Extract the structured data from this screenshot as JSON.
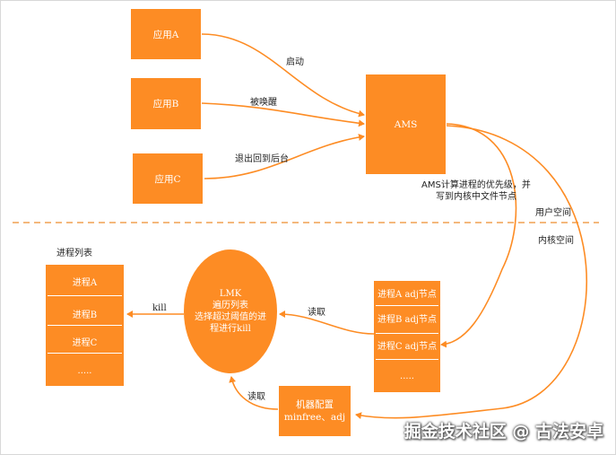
{
  "apps": {
    "a": "应用A",
    "b": "应用B",
    "c": "应用C"
  },
  "ams": "AMS",
  "edges": {
    "start": "启动",
    "awaken": "被唤醒",
    "background": "退出回到后台",
    "kill": "kill",
    "read1": "读取",
    "read2": "读取"
  },
  "ams_note": {
    "line1": "AMS计算进程的优先级，并",
    "line2": "写到内核中文件节点"
  },
  "space": {
    "user": "用户空间",
    "kernel": "内核空间"
  },
  "process_list": {
    "title": "进程列表",
    "items": [
      "进程A",
      "进程B",
      "进程C",
      "....."
    ]
  },
  "lmk": {
    "line1": "LMK",
    "line2": "遍历列表",
    "line3": "选择超过阈值的进",
    "line4": "程进行kill"
  },
  "adj_nodes": [
    "进程A adj节点",
    "进程B adj节点",
    "进程C adj节点",
    "....."
  ],
  "config": {
    "line1": "机器配置",
    "line2": "minfree、adj"
  },
  "watermark": "掘金技术社区 @ 古法安卓",
  "colors": {
    "accent": "#fd8c24",
    "divider": "#f0a050"
  }
}
